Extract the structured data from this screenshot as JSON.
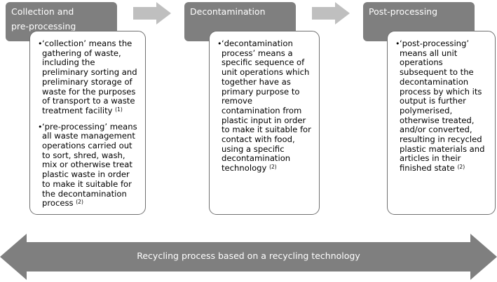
{
  "stages": [
    {
      "title": "Collection and\npre-processing",
      "bullets": [
        {
          "text": "‘collection’ means the gathering of waste, including the preliminary sorting and preliminary storage of waste for the purposes of transport to a waste treatment facility ",
          "ref": "(1)"
        },
        {
          "text": "‘pre-processing’ means all waste management operations carried out to sort, shred, wash, mix or otherwise treat plastic waste in order to make it suitable for the decontamination process ",
          "ref": "(2)"
        }
      ]
    },
    {
      "title": "Decontamination",
      "bullets": [
        {
          "text": "‘decontamination process’ means a specific sequence of unit operations which together have as primary purpose to remove contamination from plastic input in order to make it suitable for contact with food, using a specific decontamination technology ",
          "ref": "(2)"
        }
      ]
    },
    {
      "title": "Post-processing",
      "bullets": [
        {
          "text": "‘post-processing’ means all unit operations subsequent to the decontamination process by which its output is further polymerised, otherwise treated, and/or converted, resulting in recycled plastic materials and articles in their finished state ",
          "ref": "(2)"
        }
      ]
    }
  ],
  "process_arrow": {
    "label": "Recycling process based on a recycling technology"
  },
  "colors": {
    "header_fill": "#7f7f7f",
    "chevron_fill": "#bfbfbf",
    "card_border": "#707070",
    "process_arrow_fill": "#7f7f7f"
  }
}
